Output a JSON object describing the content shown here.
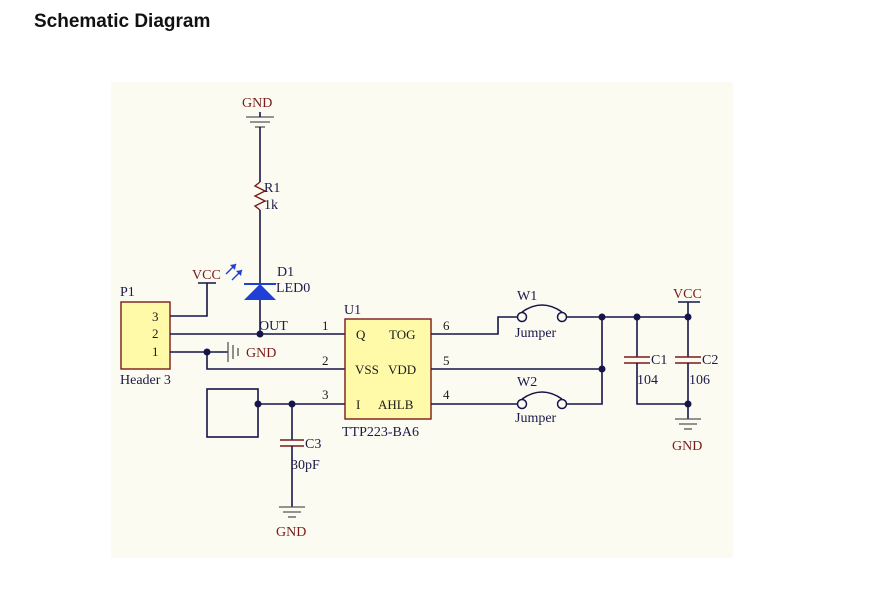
{
  "page": {
    "title": "Schematic Diagram"
  },
  "colors": {
    "paper": "#fcfbf1",
    "chip_fill": "#fffaa8",
    "chip_border": "#7a1a1a",
    "wire": "#15154a",
    "label": "#7a1a1a",
    "led": "#1f3fd6"
  },
  "labels": {
    "gnd": "GND",
    "vcc": "VCC",
    "r1_ref": "R1",
    "r1_value": "1k",
    "d1_ref": "D1",
    "d1_value": "LED0",
    "out": "OUT",
    "p1_ref": "P1",
    "p1_value": "Header 3",
    "p1_pin3": "3",
    "p1_pin2": "2",
    "p1_pin1": "1",
    "u1_ref": "U1",
    "u1_value": "TTP223-BA6",
    "u1_q": "Q",
    "u1_tog": "TOG",
    "u1_vss": "VSS",
    "u1_vdd": "VDD",
    "u1_i": "I",
    "u1_ahlb": "AHLB",
    "u1_pin1": "1",
    "u1_pin2": "2",
    "u1_pin3": "3",
    "u1_pin4": "4",
    "u1_pin5": "5",
    "u1_pin6": "6",
    "w1_ref": "W1",
    "w2_ref": "W2",
    "jumper": "Jumper",
    "c1_ref": "C1",
    "c1_value": "104",
    "c2_ref": "C2",
    "c2_value": "106",
    "c3_ref": "C3",
    "c3_value": "30pF"
  }
}
